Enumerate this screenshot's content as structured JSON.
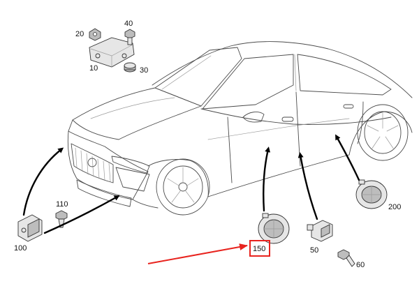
{
  "callouts": {
    "p10": "10",
    "p20": "20",
    "p30": "30",
    "p40": "40",
    "p50": "50",
    "p60": "60",
    "p100": "100",
    "p110": "110",
    "p150": "150",
    "p200": "200"
  },
  "highlight": {
    "target": "150",
    "color": "#e8231e"
  },
  "colors": {
    "line": "#4a4a4a",
    "pointer": "#000000",
    "part_fill": "#e6e6e6"
  }
}
